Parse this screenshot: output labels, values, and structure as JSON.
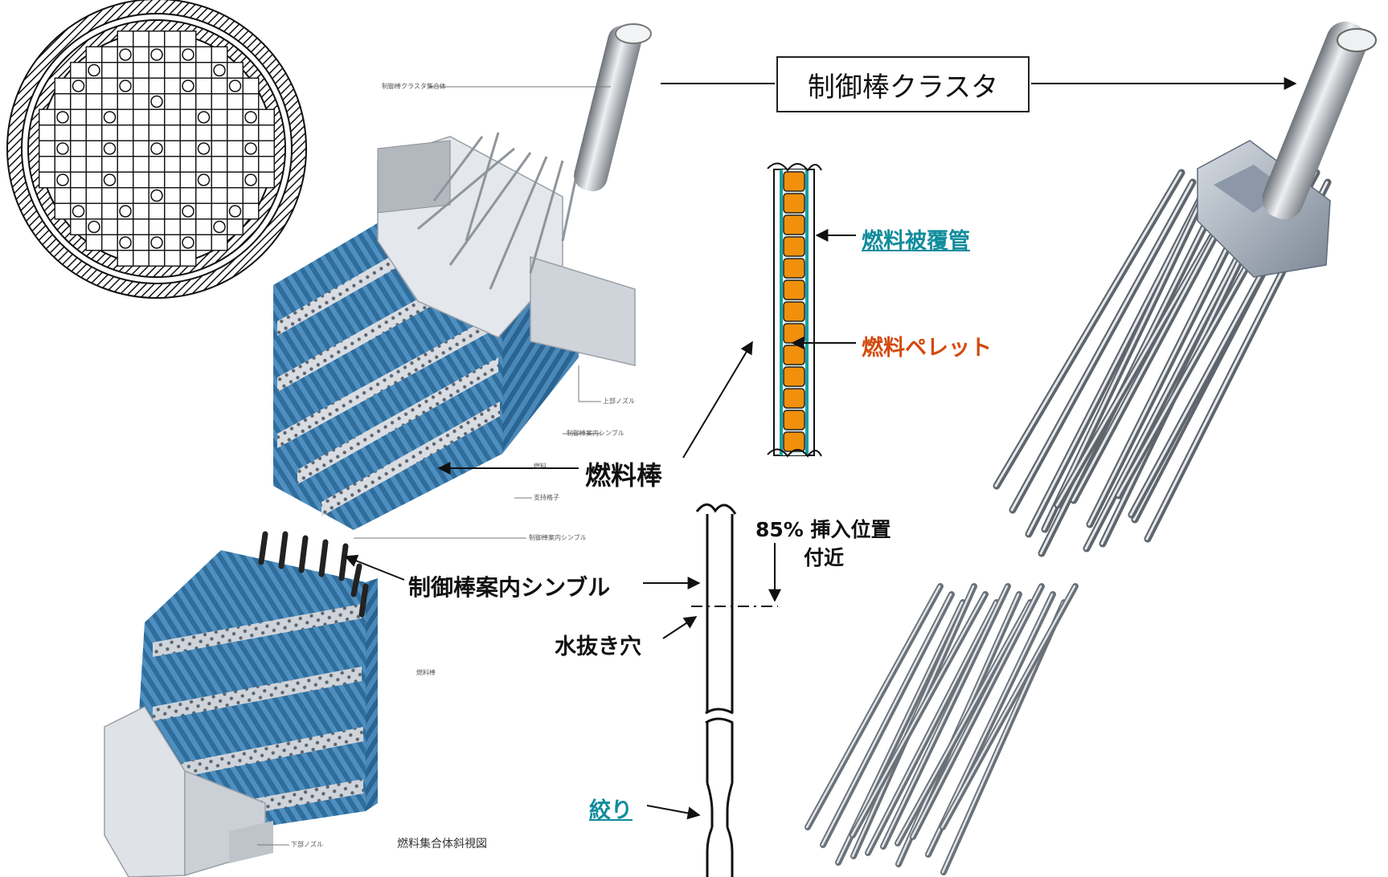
{
  "labels": {
    "control_rod_cluster": "制御棒クラスタ",
    "fuel_cladding": "燃料被覆管",
    "fuel_pellet": "燃料ペレット",
    "fuel_rod": "燃料棒",
    "insertion_85": "85% 挿入位置",
    "insertion_near": "付近",
    "guide_thimble": "制御棒案内シンブル",
    "drain_hole": "水抜き穴",
    "throttle": "絞り"
  },
  "small_labels": {
    "cluster_assembly": "制御棒クラスタ集合体",
    "upper_nozzle": "上部ノズル",
    "guide_thimble_small": "制御棒案内シンブル",
    "fuel_rod_small": "燃料",
    "support_grid": "支持格子",
    "guide_thimble_small2": "制御棒案内シンブル",
    "fuel_rod_small2": "燃料棒",
    "lower_nozzle": "下部ノズル",
    "figure_caption": "燃料集合体斜視図"
  },
  "colors": {
    "pellet": "#f0900c",
    "cladding": "#1a9f9f",
    "link_teal": "#108c9c",
    "pellet_label": "#d24a0e",
    "assembly_blue": "#3d7db0",
    "steel": "#b8bcc2"
  }
}
